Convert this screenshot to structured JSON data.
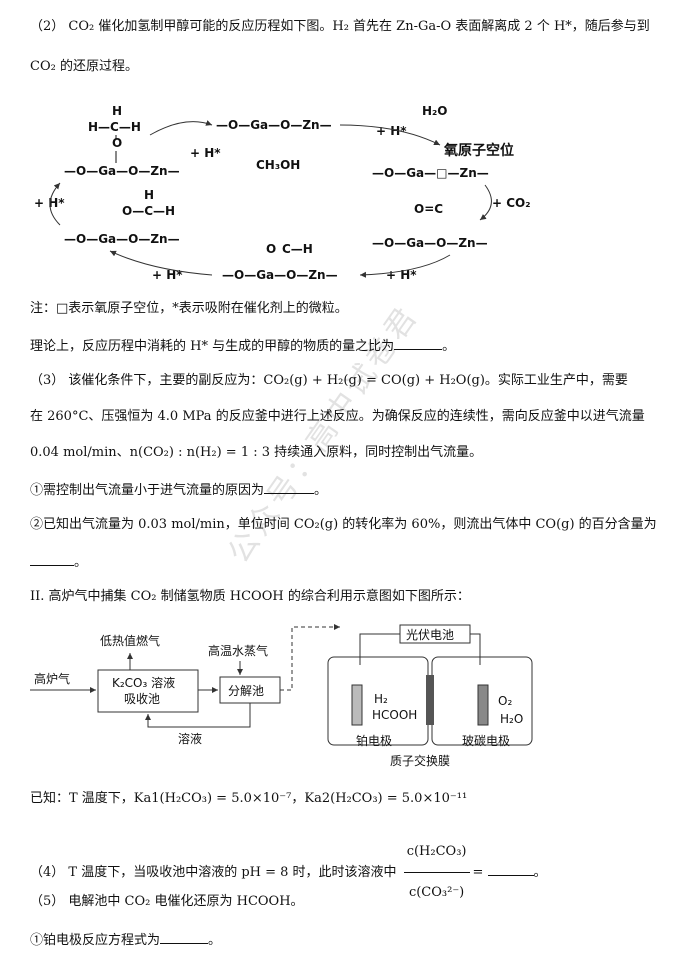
{
  "q2": {
    "intro_line1": "（2） CO₂ 催化加氢制甲醇可能的反应历程如下图。H₂ 首先在 Zn-Ga-O 表面解离成 2 个 H*，随后参与到",
    "intro_line2": "CO₂ 的还原过程。",
    "diagram": {
      "hch_top": "H",
      "hch_mid": "H—C—H",
      "o_label": "O",
      "chain_left": "—O—Ga—O—Zn—",
      "chain_top": "—O—Ga—O—Zn—",
      "ch3oh": "CH₃OH",
      "h2o": "H₂O",
      "oxygen_vacancy": "氧原子空位",
      "chain_vacancy": "—O—Ga—□—Zn—",
      "plus_h_1": "+ H*",
      "plus_h_2": "+ H*",
      "plus_h_3": "+ H*",
      "plus_h_4": "+ H*",
      "plus_h_5": "+ H*",
      "plus_co2": "+ CO₂",
      "chain_co2": "—O—Ga—O—Zn—",
      "chain_och": "—O—Ga—O—Zn—",
      "chain_formate": "—O—Ga—O—Zn—",
      "o_c": "O",
      "c_h": "C—H",
      "h_top2": "H"
    },
    "note": "注：□表示氧原子空位，*表示吸附在催化剂上的微粒。",
    "question": "理论上，反应历程中消耗的 H* 与生成的甲醇的物质的量之比为"
  },
  "q3": {
    "line1": "（3） 该催化条件下，主要的副反应为：CO₂(g) + H₂(g) = CO(g) + H₂O(g)。实际工业生产中，需要",
    "line2": "在 260°C、压强恒为 4.0 MPa 的反应釜中进行上述反应。为确保反应的连续性，需向反应釜中以进气流量",
    "line3": "0.04 mol/min、n(CO₂) : n(H₂) = 1 : 3 持续通入原料，同时控制出气流量。",
    "sub1": "①需控制出气流量小于进气流量的原因为",
    "sub2": "②已知出气流量为 0.03 mol/min，单位时间 CO₂(g) 的转化率为 60%，则流出气体中 CO(g) 的百分含量为"
  },
  "part2": {
    "title": "II. 高炉气中捕集 CO₂ 制储氢物质 HCOOH 的综合利用示意图如下图所示：",
    "diagram": {
      "low_heat_gas": "低热值燃气",
      "blast_furnace_gas": "高炉气",
      "absorb_line1": "K₂CO₃ 溶液",
      "absorb_line2": "吸收池",
      "steam": "高温水蒸气",
      "decompose": "分解池",
      "solution": "溶液",
      "pv_battery": "光伏电池",
      "h2": "H₂",
      "hcooh": "HCOOH",
      "o2": "O₂",
      "h2o": "H₂O",
      "pt_electrode": "铂电极",
      "glassy_carbon": "玻碳电极",
      "membrane": "质子交换膜"
    },
    "known": "已知：T 温度下，Ka1(H₂CO₃) = 5.0×10⁻⁷，Ka2(H₂CO₃) = 5.0×10⁻¹¹",
    "q4_prefix": "（4） T 温度下，当吸收池中溶液的 pH = 8 时，此时该溶液中",
    "q4_num": "c(H₂CO₃)",
    "q4_den": "c(CO₃²⁻)",
    "q4_suffix": "=",
    "q5": "（5） 电解池中 CO₂ 电催化还原为 HCOOH。",
    "q5_sub1": "①铂电极反应方程式为"
  },
  "watermark": "公众号：高中试卷君"
}
